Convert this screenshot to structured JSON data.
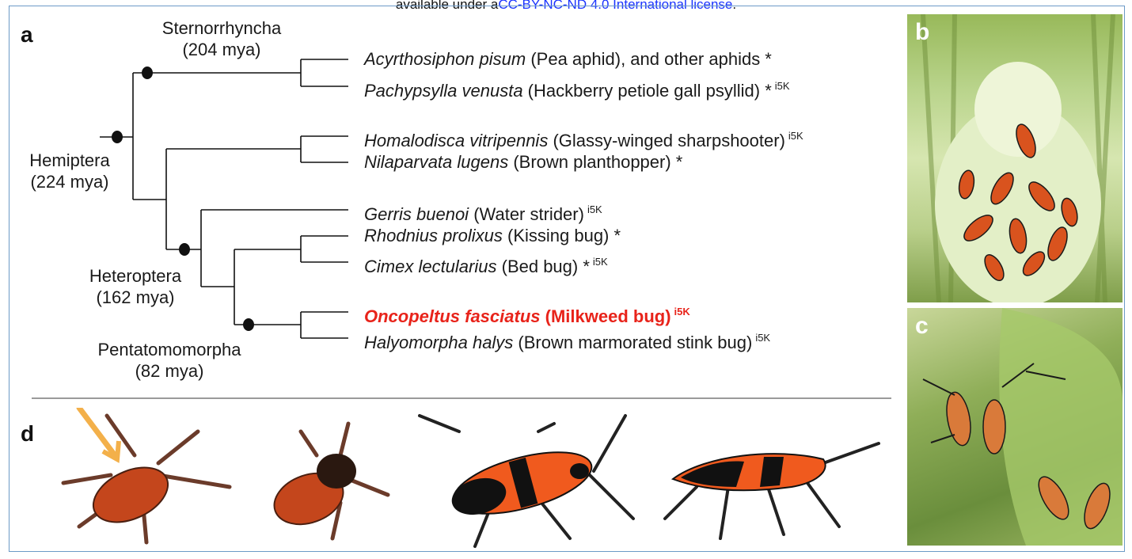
{
  "header": {
    "prefix": "available under a",
    "license": "CC-BY-NC-ND 4.0 International license",
    "suffix": "."
  },
  "panels": {
    "a": "a",
    "b": "b",
    "c": "c",
    "d": "d"
  },
  "clades": {
    "sternorrhyncha": {
      "name": "Sternorrhyncha",
      "age": "(204 mya)"
    },
    "hemiptera": {
      "name": "Hemiptera",
      "age": "(224 mya)"
    },
    "heteroptera": {
      "name": "Heteroptera",
      "age": "(162 mya)"
    },
    "pentatomomorpha": {
      "name": "Pentatomomorpha",
      "age": "(82 mya)"
    }
  },
  "taxa": [
    {
      "genus": "Acyrthosiphon pisum",
      "common": " (Pea aphid), and other aphids *",
      "sup": ""
    },
    {
      "genus": "Pachypsylla venusta",
      "common": " (Hackberry petiole gall psyllid) *",
      "sup": "i5K"
    },
    {
      "genus": "Homalodisca vitripennis",
      "common": " (Glassy-winged sharpshooter)",
      "sup": "i5K"
    },
    {
      "genus": "Nilaparvata lugens",
      "common": " (Brown planthopper) *",
      "sup": ""
    },
    {
      "genus": "Gerris buenoi",
      "common": " (Water strider)",
      "sup": "i5K"
    },
    {
      "genus": "Rhodnius prolixus",
      "common": " (Kissing bug) *",
      "sup": ""
    },
    {
      "genus": "Cimex lectularius",
      "common": " (Bed bug) *",
      "sup": "i5K"
    },
    {
      "genus": "Oncopeltus fasciatus",
      "common": " (Milkweed bug)",
      "sup": "i5K"
    },
    {
      "genus": "Halyomorpha halys",
      "common": " (Brown marmorated stink bug)",
      "sup": "i5K"
    }
  ],
  "colors": {
    "highlight": "#e8231a",
    "license_link": "#1a33ff",
    "frame": "#6c9ac7"
  }
}
